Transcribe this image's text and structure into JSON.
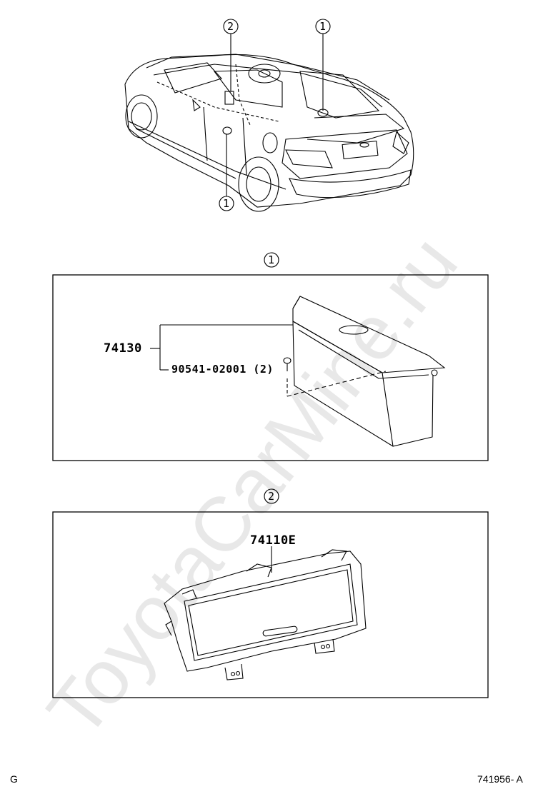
{
  "callouts": {
    "car_ref_2": "2",
    "car_ref_1_right": "1",
    "car_ref_1_bottom": "1",
    "section1_marker": "1",
    "section2_marker": "2"
  },
  "section1": {
    "part_main": "74130",
    "part_fastener": "90541-02001 (2)"
  },
  "section2": {
    "part_main": "74110E"
  },
  "footer": {
    "left": "G",
    "right": "741956- A"
  },
  "watermark": "ToyotaCarMine.ru",
  "colors": {
    "line": "#000000",
    "watermark": "#e6e6e6"
  }
}
